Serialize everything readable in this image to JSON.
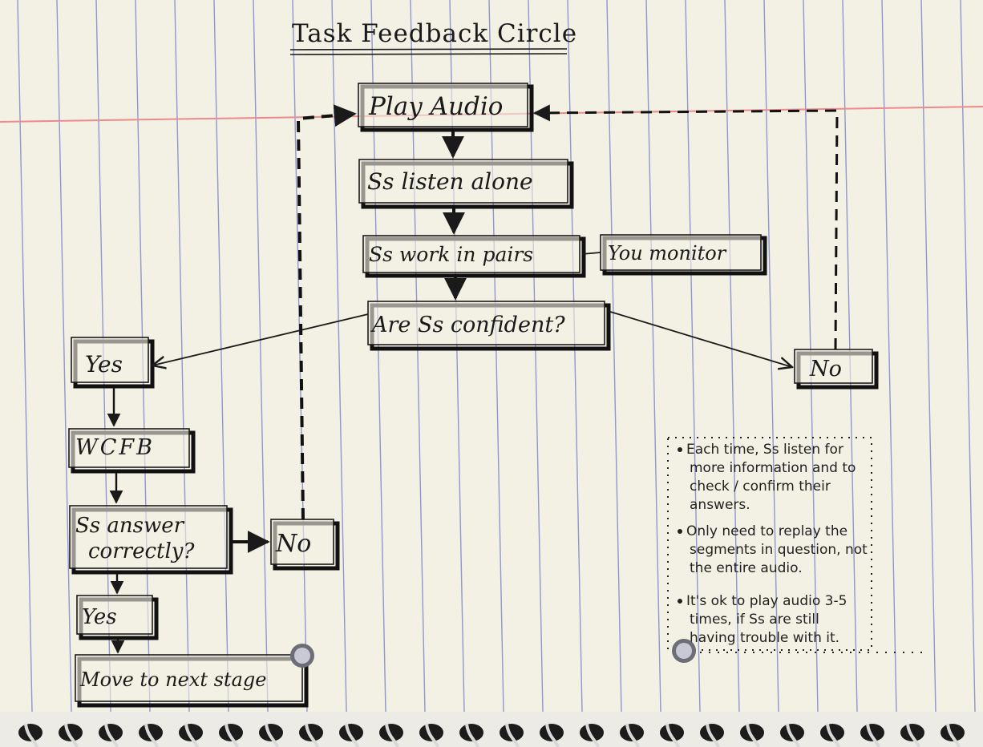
{
  "title": "Task Feedback Circle",
  "nodes": {
    "play_audio": "Play Audio",
    "listen_alone": "Ss listen alone",
    "work_pairs": "Ss work in pairs",
    "you_monitor": "You monitor",
    "confident": "Are Ss confident?",
    "yes_1": "Yes",
    "no_1": "No",
    "wcfb": "WCFB",
    "answer_line1": "Ss answer",
    "answer_line2": "correctly?",
    "no_2": "No",
    "yes_2": "Yes",
    "next_stage": "Move to next stage"
  },
  "notes": {
    "n1": [
      "Each time, Ss listen for",
      "more information and to",
      "check / confirm their",
      "answers."
    ],
    "n2": [
      "Only need to replay the",
      "segments in question, not",
      "the entire audio."
    ],
    "n3": [
      "It's ok to play audio 3-5",
      "times, if Ss are still",
      "having trouble with it."
    ]
  },
  "colors": {
    "paper": "#f3f0e4",
    "rule_line": "#8f97cf",
    "margin_line": "#ec8b8b",
    "ink": "#1a1a1a"
  }
}
